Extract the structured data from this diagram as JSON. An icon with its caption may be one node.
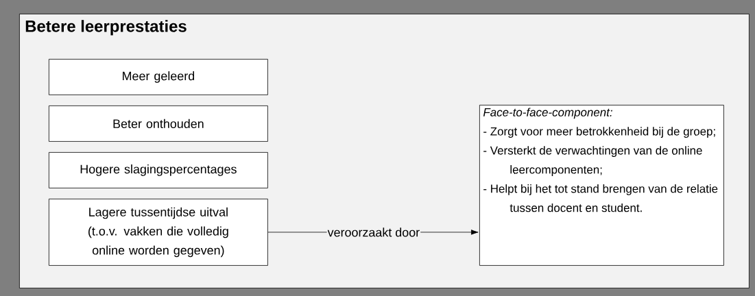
{
  "diagram": {
    "nodes": [
      {
        "text": [
          "Betere leerprestaties"
        ]
      },
      {
        "text": [
          "Meer geleerd"
        ],
        "in": 0
      },
      {
        "text": [
          "Beter onthouden"
        ],
        "in": 0
      },
      {
        "text": [
          "Hogere slagingspercentages"
        ],
        "in": 0
      },
      {
        "text": [
          "Lagere tussentijdse uitval (t.o.v. vakken die volledig online worden gegeven)"
        ],
        "in": 0
      },
      {
        "text": [
          "Face-to-face-component:",
          "- Zorgt voor meer betrokkenheid bij de groep;",
          "- Versterkt de verwachtingen van de online leercomponenten;",
          "- Helpt bij het tot stand brengen van de relatie tussen docent en student."
        ],
        "in": 0
      }
    ],
    "edges": [
      {
        "from": 4,
        "to": 5,
        "arrow": "to",
        "label": "veroorzaakt door"
      }
    ]
  }
}
